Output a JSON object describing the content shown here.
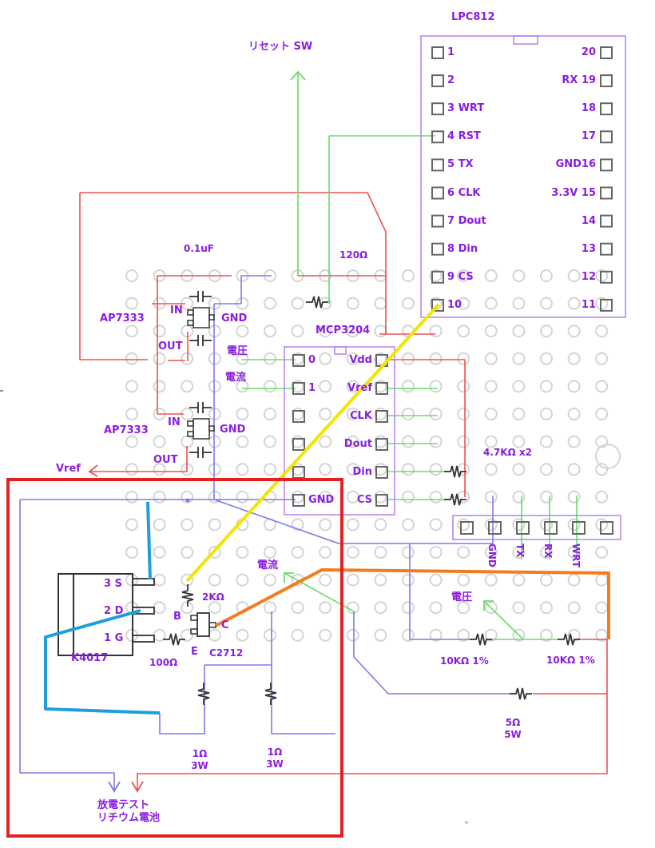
{
  "colors": {
    "label": "#8a1ee0",
    "chip_outline": "#b77ff0",
    "pad": "#666666",
    "hole": "#d4d4d4",
    "wire_red": "#f05050",
    "wire_green": "#66dd66",
    "wire_blue": "#7b7bea",
    "jumper_yellow": "#f2e600",
    "jumper_orange": "#f47c20",
    "jumper_cyan": "#1e9fdc",
    "highlight_box": "#e52020",
    "component": "#333333"
  },
  "lpc812": {
    "title": "LPC812",
    "left_pins": [
      {
        "num": "1",
        "name": ""
      },
      {
        "num": "2",
        "name": ""
      },
      {
        "num": "3",
        "name": "WRT"
      },
      {
        "num": "4",
        "name": "RST"
      },
      {
        "num": "5",
        "name": "TX"
      },
      {
        "num": "6",
        "name": "CLK"
      },
      {
        "num": "7",
        "name": "Dout"
      },
      {
        "num": "8",
        "name": "Din"
      },
      {
        "num": "9",
        "name": "CS"
      },
      {
        "num": "10",
        "name": ""
      }
    ],
    "right_pins": [
      {
        "num": "20",
        "name": ""
      },
      {
        "num": "19",
        "name": "RX"
      },
      {
        "num": "18",
        "name": ""
      },
      {
        "num": "17",
        "name": ""
      },
      {
        "num": "16",
        "name": "GND"
      },
      {
        "num": "15",
        "name": "3.3V"
      },
      {
        "num": "14",
        "name": ""
      },
      {
        "num": "13",
        "name": ""
      },
      {
        "num": "12",
        "name": ""
      },
      {
        "num": "11",
        "name": ""
      }
    ]
  },
  "mcp3204": {
    "title": "MCP3204",
    "left_pins": [
      "0",
      "1",
      "",
      "",
      "",
      "GND"
    ],
    "right_pins": [
      "Vdd",
      "Vref",
      "CLK",
      "Dout",
      "Din",
      "CS"
    ]
  },
  "regulators": [
    {
      "name": "AP7333",
      "in": "IN",
      "out": "OUT",
      "gnd": "GND"
    },
    {
      "name": "AP7333",
      "in": "IN",
      "out": "OUT",
      "gnd": "GND"
    }
  ],
  "labels": {
    "reset_sw": "リセット SW",
    "cap": "0.1uF",
    "r120": "120Ω",
    "voltage": "電圧",
    "current": "電流",
    "vref": "Vref",
    "pullups": "4.7KΩ  x2",
    "k4017": "K4017",
    "mosfet_pins": [
      "3  S",
      "2  D",
      "1  G"
    ],
    "r2k": "2KΩ",
    "r100": "100Ω",
    "tr_b": "B",
    "tr_e": "E",
    "tr_c": "C",
    "c2712": "C2712",
    "r10k_a": "10KΩ  1%",
    "r10k_b": "10KΩ  1%",
    "r5": "5Ω",
    "r5w": "5W",
    "r1a": "1Ω",
    "r1a_w": "3W",
    "r1b": "1Ω",
    "r1b_w": "3W",
    "battery_line1": "放電テスト",
    "battery_line2": "リチウム電池"
  },
  "header": {
    "pins": [
      "GND",
      "TX",
      "RX",
      "WRT",
      ""
    ]
  }
}
